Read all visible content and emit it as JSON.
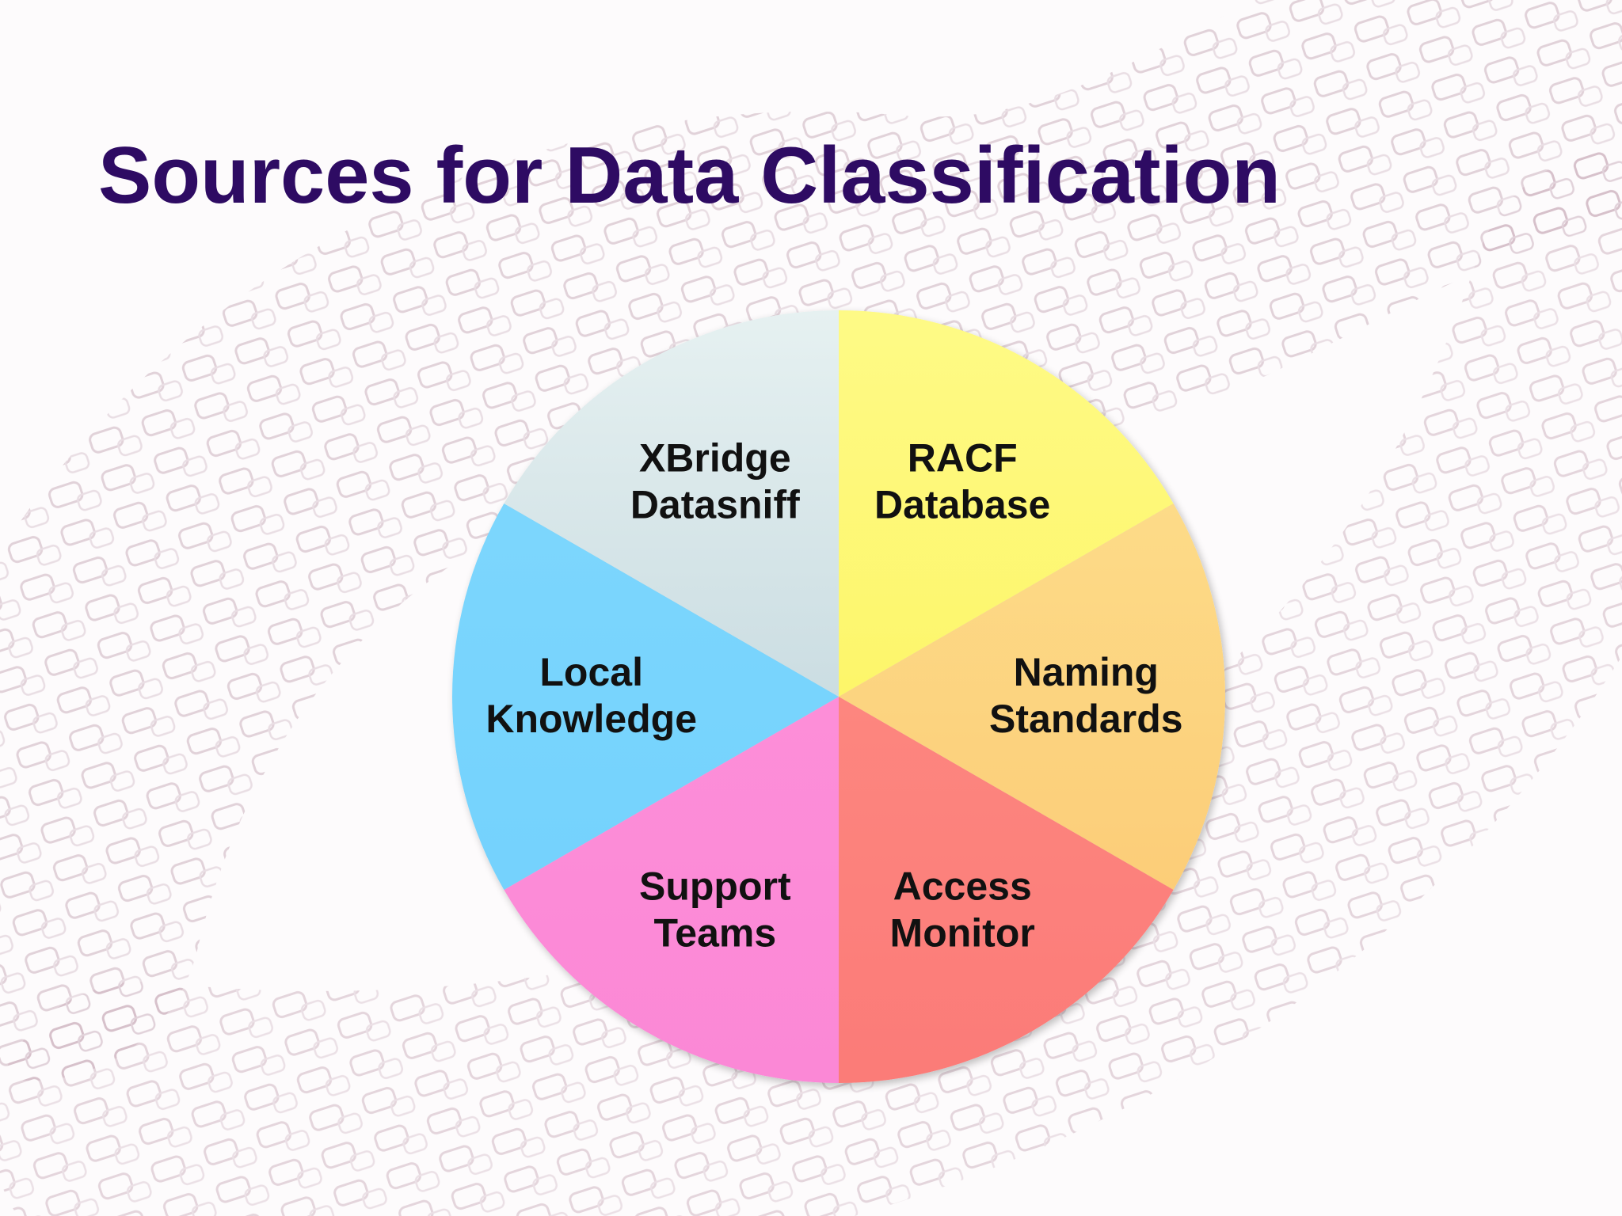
{
  "slide": {
    "title": "Sources for Data Classification"
  },
  "diagram": {
    "type": "segmented-circle",
    "segments": [
      {
        "line1": "RACF",
        "line2": "Database",
        "color": "#fdf87a"
      },
      {
        "line1": "Naming",
        "line2": "Standards",
        "color": "#fdd482"
      },
      {
        "line1": "Access",
        "line2": "Monitor",
        "color": "#fd827d"
      },
      {
        "line1": "Support",
        "line2": "Teams",
        "color": "#fd8ad8"
      },
      {
        "line1": "Local",
        "line2": "Knowledge",
        "color": "#7ad4fd"
      },
      {
        "line1": "XBridge",
        "line2": "Datasniff",
        "color": "#d6e4e6"
      }
    ]
  },
  "colors": {
    "title": "#2e0b63",
    "background_pattern": "#c9a9b6"
  }
}
